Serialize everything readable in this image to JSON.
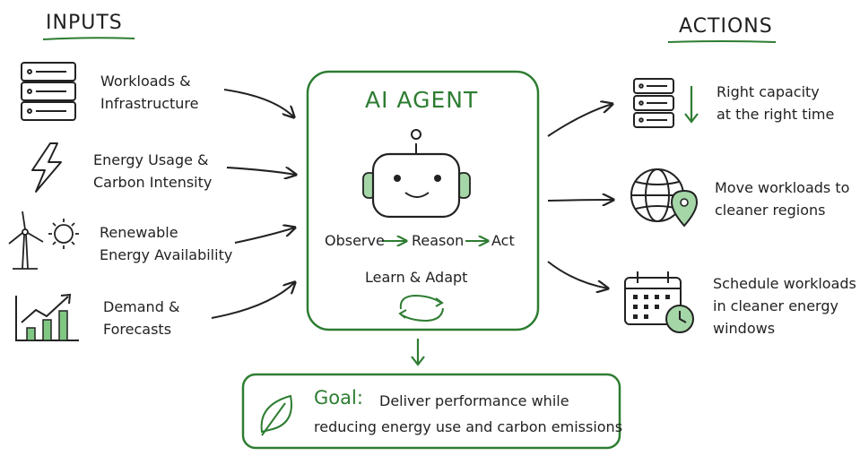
{
  "inputs": {
    "heading": "INPUTS",
    "items": [
      {
        "line1": "Workloads &",
        "line2": "Infrastructure",
        "icon": "server-rack-icon"
      },
      {
        "line1": "Energy Usage &",
        "line2": "Carbon Intensity",
        "icon": "lightning-bolt-icon"
      },
      {
        "line1": "Renewable",
        "line2": "Energy Availability",
        "icon": "wind-turbine-sun-icon"
      },
      {
        "line1": "Demand &",
        "line2": "Forecasts",
        "icon": "bar-chart-trend-icon"
      }
    ]
  },
  "agent": {
    "title": "AI AGENT",
    "steps": [
      "Observe",
      "Reason",
      "Act"
    ],
    "learn": "Learn & Adapt",
    "icon": "robot-icon"
  },
  "actions": {
    "heading": "ACTIONS",
    "items": [
      {
        "lines": [
          "Right capacity",
          "at the right time"
        ],
        "icon": "server-scale-down-icon"
      },
      {
        "lines": [
          "Move workloads to",
          "cleaner regions"
        ],
        "icon": "globe-location-icon"
      },
      {
        "lines": [
          "Schedule workloads",
          "in cleaner energy",
          "windows"
        ],
        "icon": "calendar-clock-icon"
      }
    ]
  },
  "goal": {
    "key": "Goal:",
    "line1": "Deliver performance while",
    "line2": "reducing energy use and carbon emissions",
    "icon": "leaf-icon"
  },
  "colors": {
    "accent": "#2e7d32",
    "ink": "#222222",
    "fill": "#a5d6a7"
  }
}
